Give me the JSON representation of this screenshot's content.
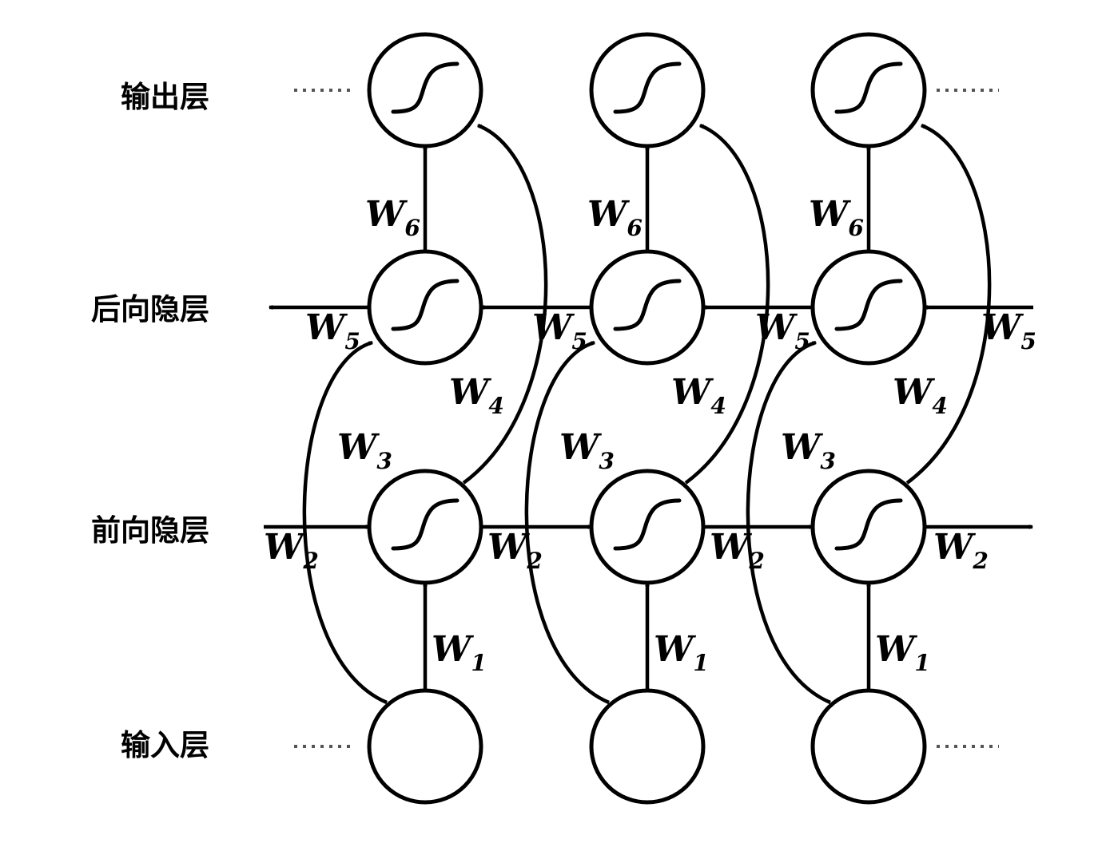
{
  "layers": {
    "output": "输出层",
    "backward": "后向隐层",
    "forward": "前向隐层",
    "input": "输入层"
  },
  "weights": {
    "w1": {
      "letter": "W",
      "sub": "1"
    },
    "w2": {
      "letter": "W",
      "sub": "2"
    },
    "w3": {
      "letter": "W",
      "sub": "3"
    },
    "w4": {
      "letter": "W",
      "sub": "4"
    },
    "w5": {
      "letter": "W",
      "sub": "5"
    },
    "w6": {
      "letter": "W",
      "sub": "6"
    }
  },
  "time_steps": 3,
  "colors": {
    "stroke": "#000000",
    "background": "#ffffff",
    "ellipsis": "#555555"
  }
}
